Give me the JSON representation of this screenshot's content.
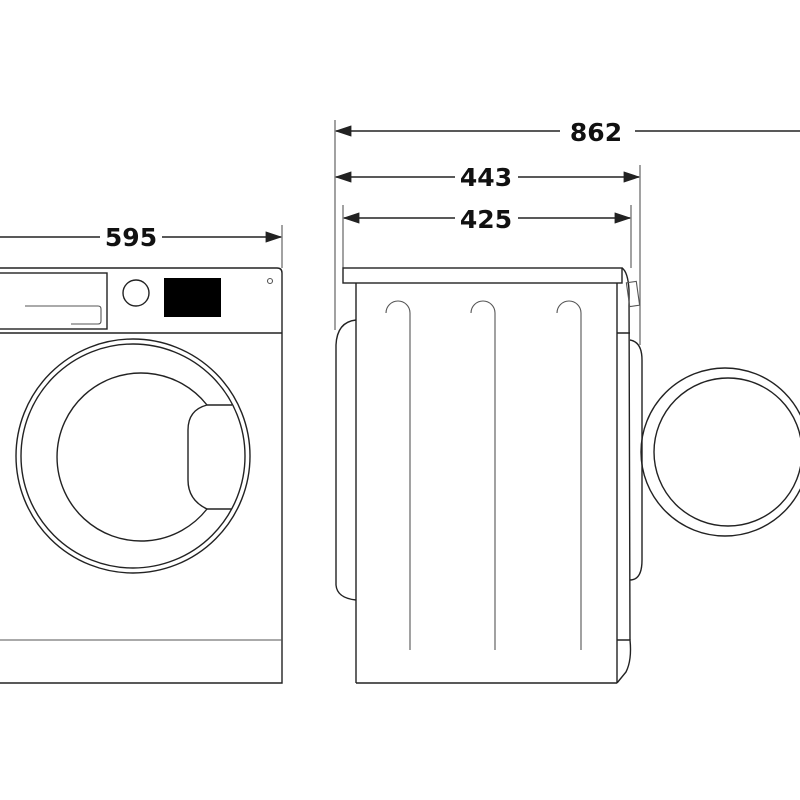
{
  "dimensions": {
    "width_label": "595",
    "total_depth_label": "862",
    "depth_label": "443",
    "body_depth_label": "425"
  },
  "colors": {
    "line": "#222222",
    "display": "#000000"
  }
}
